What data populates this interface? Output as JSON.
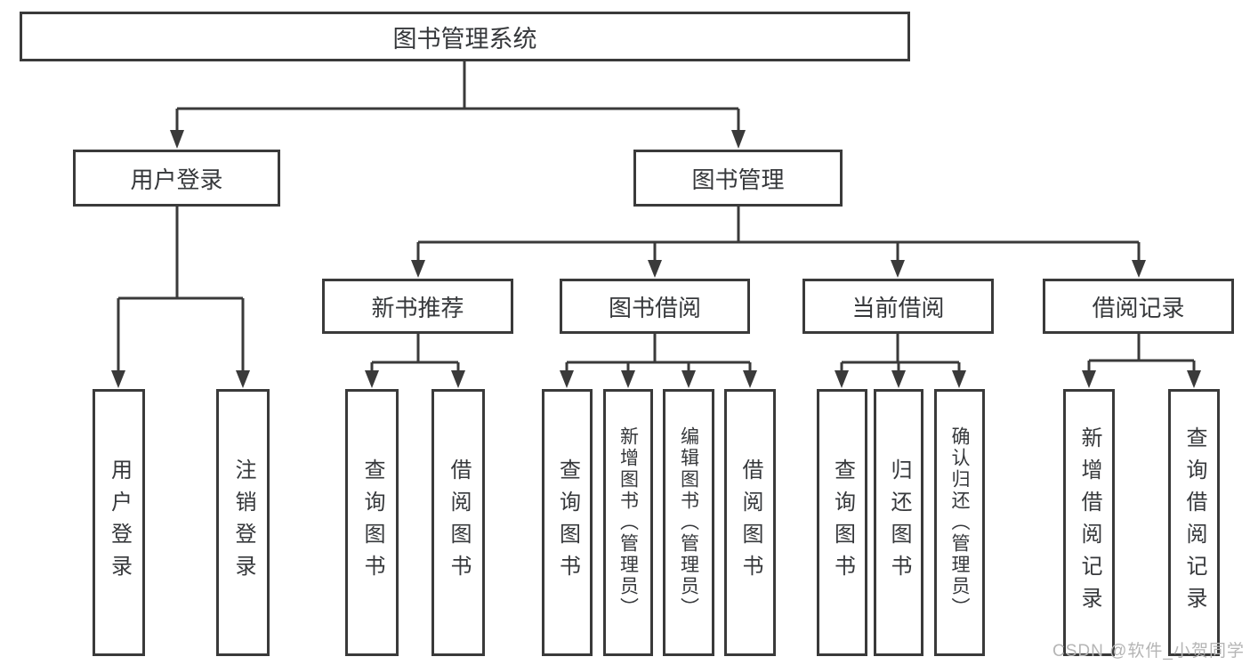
{
  "diagram": {
    "root": {
      "label": "图书管理系统"
    },
    "branches": [
      {
        "label": "用户登录",
        "children": [
          {
            "label": "用户登录"
          },
          {
            "label": "注销登录"
          }
        ]
      },
      {
        "label": "图书管理",
        "children": [
          {
            "label": "新书推荐",
            "children": [
              {
                "label": "查询图书"
              },
              {
                "label": "借阅图书"
              }
            ]
          },
          {
            "label": "图书借阅",
            "children": [
              {
                "label": "查询图书"
              },
              {
                "label": "新增图书（管理员）"
              },
              {
                "label": "编辑图书（管理员）"
              },
              {
                "label": "借阅图书"
              }
            ]
          },
          {
            "label": "当前借阅",
            "children": [
              {
                "label": "查询图书"
              },
              {
                "label": "归还图书"
              },
              {
                "label": "确认归还（管理员）"
              }
            ]
          },
          {
            "label": "借阅记录",
            "children": [
              {
                "label": "新增借阅记录"
              },
              {
                "label": "查询借阅记录"
              }
            ]
          }
        ]
      }
    ]
  },
  "watermark": {
    "text": "CSDN @软件_小贺同学"
  },
  "colors": {
    "line": "#3a3a3a",
    "text": "#36383b",
    "watermark": "#b5b5b5",
    "background": "#ffffff"
  }
}
